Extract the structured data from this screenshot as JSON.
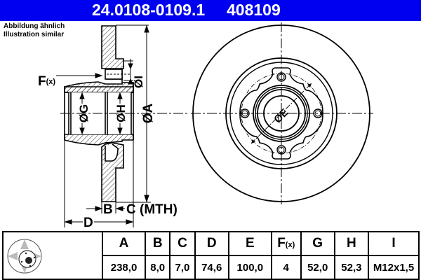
{
  "header": {
    "part_number": "24.0108-0109.1",
    "article_number": "408109",
    "background_color": "#0000f0"
  },
  "note": {
    "line1": "Abbildung ähnlich",
    "line2": "Illustration similar"
  },
  "drawing": {
    "side_view_labels": {
      "F": "F",
      "F_sub": "(x)",
      "I": "ØI",
      "G": "ØG",
      "H": "ØH",
      "A": "ØA",
      "B": "B",
      "C": "C (MTH)",
      "D": "D"
    },
    "front_view_labels": {
      "E": "ØE"
    }
  },
  "table": {
    "thumbnail_icon": "brake-disc-thumbnail",
    "headers": [
      "A",
      "B",
      "C",
      "D",
      "E",
      "F",
      "G",
      "H",
      "I"
    ],
    "header_F_sub": "(x)",
    "values": [
      "238,0",
      "8,0",
      "7,0",
      "74,6",
      "100,0",
      "4",
      "52,0",
      "52,3",
      "M12x1,5"
    ]
  }
}
